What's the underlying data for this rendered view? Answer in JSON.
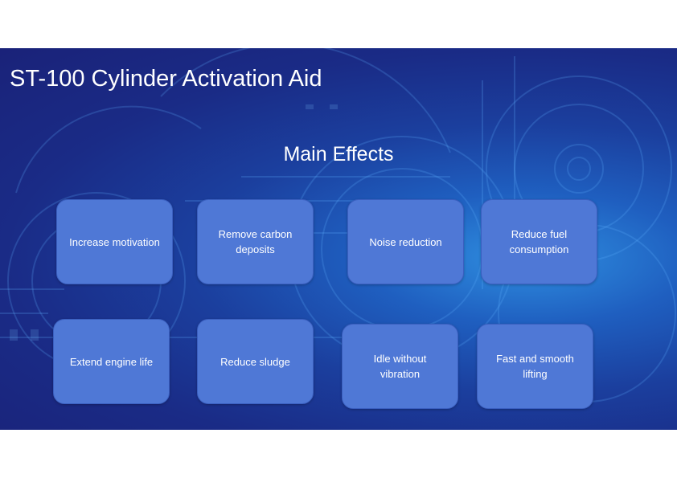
{
  "slide": {
    "title": "ST-100 Cylinder Activation Aid",
    "subtitle": "Main Effects"
  },
  "effects": [
    "Increase motivation",
    "Remove carbon deposits",
    "Noise reduction",
    "Reduce fuel consumption",
    "Extend engine life",
    "Reduce sludge",
    "Idle without vibration",
    "Fast and smooth lifting"
  ],
  "colors": {
    "background_dark": "#1a2279",
    "background_light": "#2f8fe0",
    "box_fill": "#4f78d6",
    "text": "#ffffff"
  }
}
